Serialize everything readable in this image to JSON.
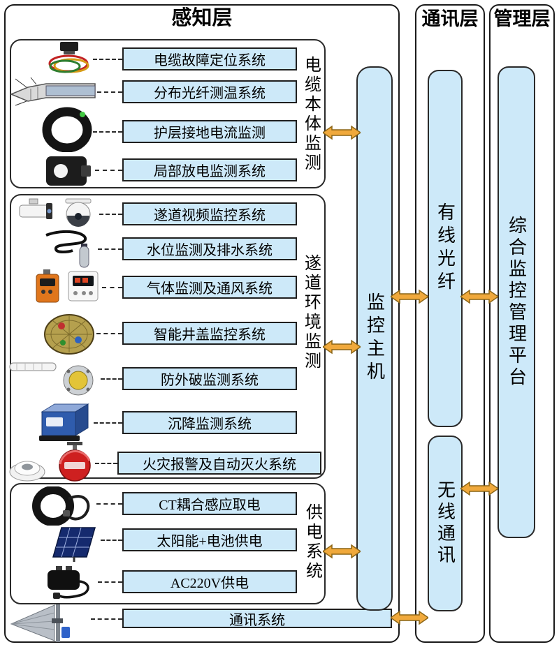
{
  "layers": {
    "perception": {
      "title": "感知层"
    },
    "communication": {
      "title": "通讯层"
    },
    "management": {
      "title": "管理层"
    }
  },
  "perception": {
    "groups": [
      {
        "side_label": "电缆本体监测",
        "items": [
          {
            "label": "电缆故障定位系统",
            "icon": "cable-fault-locator-icon"
          },
          {
            "label": "分布光纤测温系统",
            "icon": "fiber-temperature-icon"
          },
          {
            "label": "护层接地电流监测",
            "icon": "ct-ring-icon"
          },
          {
            "label": "局部放电监测系统",
            "icon": "pd-clamp-icon"
          }
        ]
      },
      {
        "side_label": "遂道环境监测",
        "items": [
          {
            "label": "遂道视频监控系统",
            "icon": "video-cameras-icon"
          },
          {
            "label": "水位监测及排水系统",
            "icon": "water-level-sensor-icon"
          },
          {
            "label": "气体监测及通风系统",
            "icon": "gas-detector-icon"
          },
          {
            "label": "智能井盖监控系统",
            "icon": "manhole-cover-icon"
          },
          {
            "label": "防外破监测系统",
            "icon": "anti-damage-sensor-icon"
          },
          {
            "label": "沉降监测系统",
            "icon": "settlement-instrument-icon"
          },
          {
            "label": "火灾报警及自动灭火系统",
            "icon": "fire-alarm-icon"
          }
        ]
      },
      {
        "side_label": "供电系统",
        "items": [
          {
            "label": "CT耦合感应取电",
            "icon": "ct-power-icon"
          },
          {
            "label": "太阳能+电池供电",
            "icon": "solar-panel-icon"
          },
          {
            "label": "AC220V供电",
            "icon": "ac-adapter-icon"
          }
        ]
      }
    ],
    "comm_row": {
      "label": "通讯系统",
      "icon": "antenna-icon"
    },
    "hub": {
      "label": "监控主机"
    }
  },
  "communication": {
    "wired_label": "有线光纤",
    "wireless_label": "无线通讯"
  },
  "management": {
    "platform_label": "综合监控管理平台"
  },
  "colors": {
    "panel_fill": "#cde9f9",
    "arrow_fill": "#f0a93c",
    "arrow_stroke": "#8a6414",
    "border": "#1a1a1a"
  }
}
